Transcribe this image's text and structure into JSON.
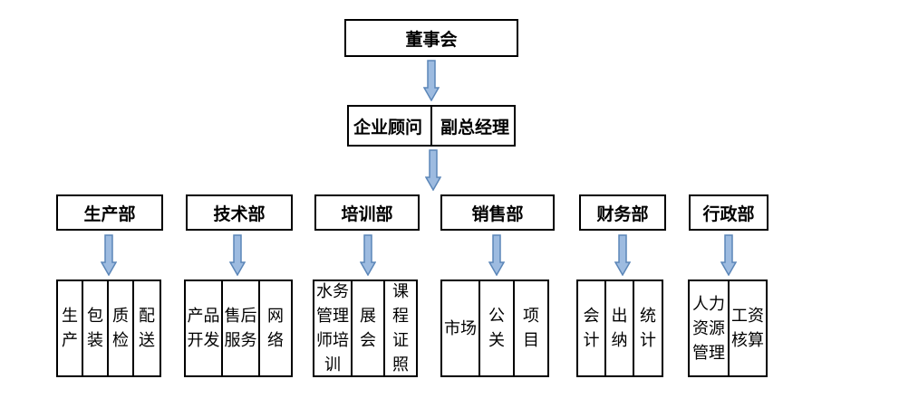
{
  "board": {
    "label": "董事会"
  },
  "executive": {
    "left": "企业顾问",
    "right": "副总经理"
  },
  "departments": [
    {
      "name": "生产部",
      "subunits": [
        "生产",
        "包装",
        "质检",
        "配送"
      ]
    },
    {
      "name": "技术部",
      "subunits": [
        "产品开发",
        "售后服务",
        "网络"
      ]
    },
    {
      "name": "培训部",
      "subunits": [
        "水务管理师培训",
        "展会",
        "课程证照"
      ]
    },
    {
      "name": "销售部",
      "subunits": [
        "市场",
        "公关",
        "项目"
      ]
    },
    {
      "name": "财务部",
      "subunits": [
        "会计",
        "出纳",
        "统计"
      ]
    },
    {
      "name": "行政部",
      "subunits": [
        "人力资源管理",
        "工资核算"
      ]
    }
  ],
  "colors": {
    "arrow_fill": "#9dbbe0",
    "arrow_stroke": "#5b86b8",
    "border": "#000000"
  }
}
